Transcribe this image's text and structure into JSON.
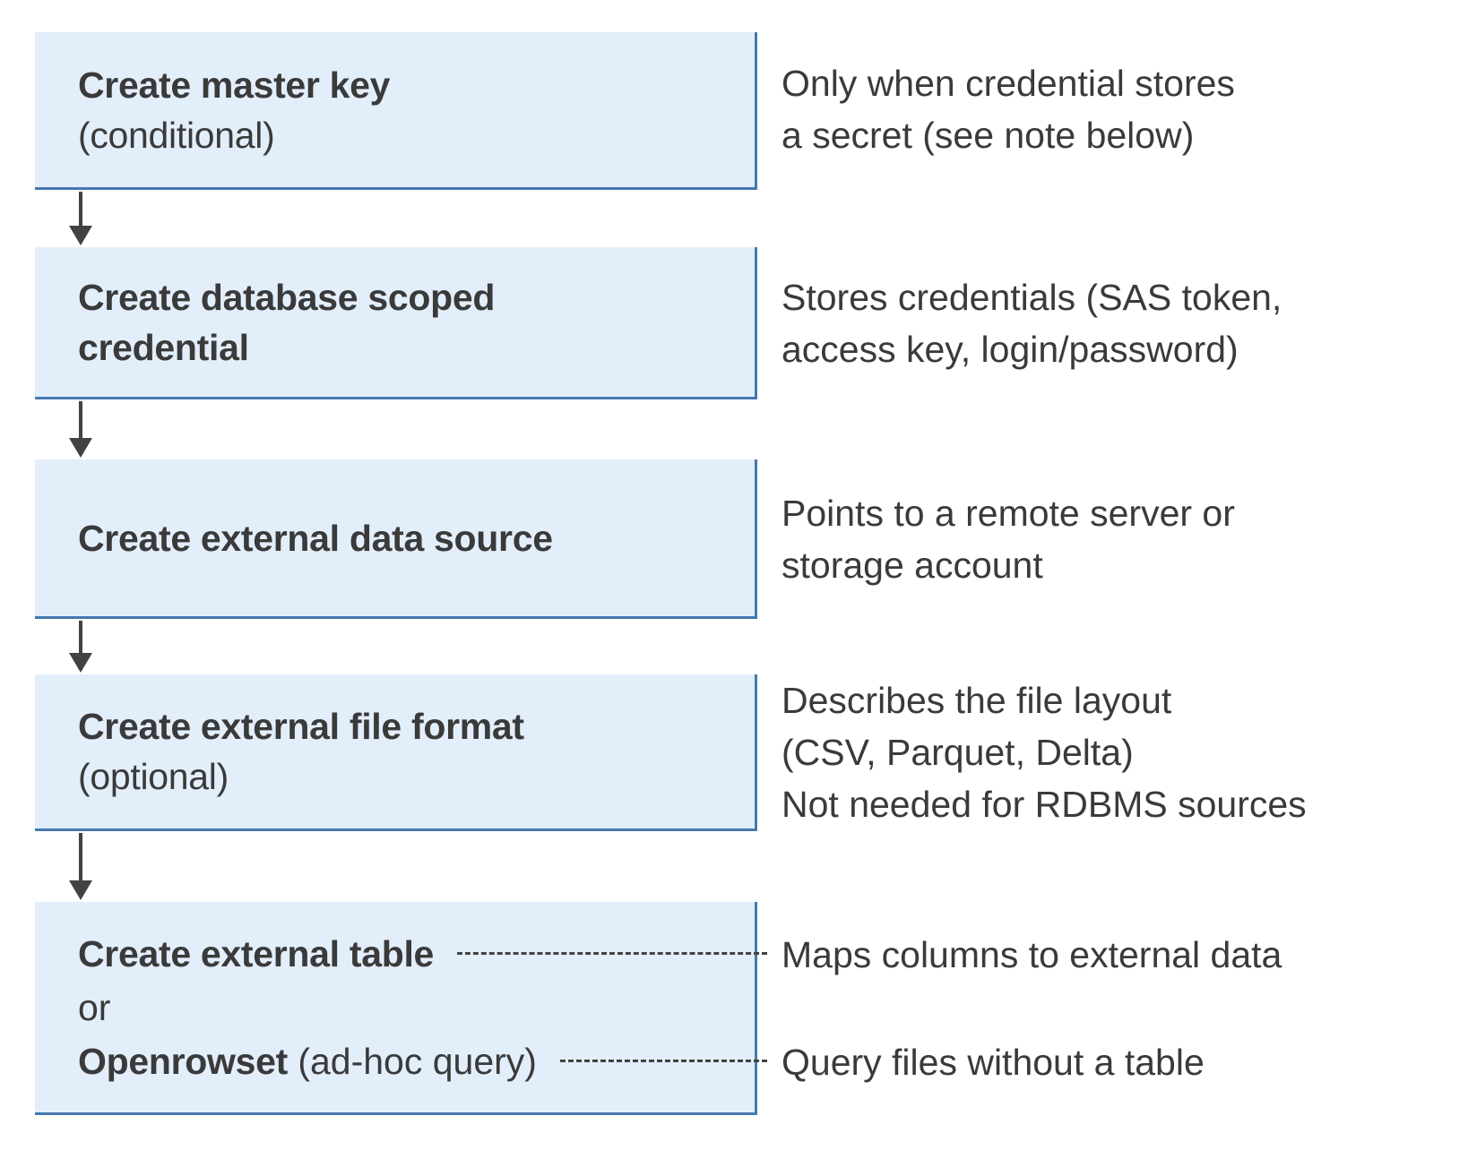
{
  "diagram": {
    "colors": {
      "box_fill": "#e3eefb",
      "box_border": "#4678b0",
      "text": "#3a3a3a",
      "arrow": "#424242"
    },
    "boxes": [
      {
        "title": "Create master key",
        "note": "(conditional)",
        "annotation": [
          "Only when credential stores",
          "a secret (see note below)"
        ]
      },
      {
        "title_lines": [
          "Create database scoped",
          "credential"
        ],
        "annotation": [
          "Stores credentials (SAS token,",
          "access key, login/password)"
        ]
      },
      {
        "title": "Create external data source",
        "annotation": [
          "Points to a remote server or",
          "storage account"
        ]
      },
      {
        "title": "Create external file format",
        "note": "(optional)",
        "annotation": [
          "Describes the file layout",
          "(CSV, Parquet, Delta)",
          "Not needed for RDBMS sources"
        ]
      },
      {
        "rows": [
          {
            "bold": "Create external table"
          },
          {
            "text": "or"
          },
          {
            "bold": "Openrowset",
            "rest": " (ad-hoc query)"
          }
        ],
        "annotations": [
          "Maps columns to external data",
          "Query files without a table"
        ]
      }
    ]
  }
}
